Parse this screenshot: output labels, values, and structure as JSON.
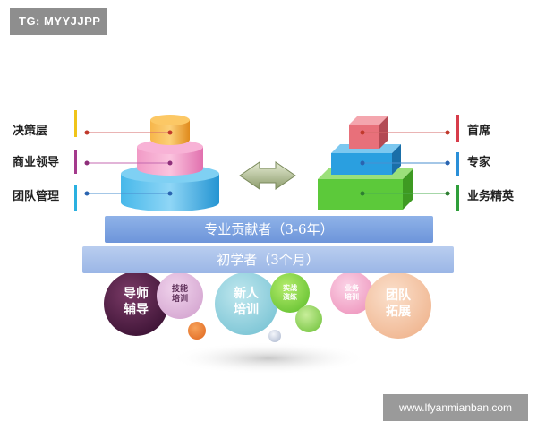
{
  "watermark_tag": "TG: MYYJJPP",
  "website": "www.lfyanmianban.com",
  "left_levels": [
    "决策层",
    "商业领导",
    "团队管理"
  ],
  "right_levels": [
    "首席",
    "专家",
    "业务精英"
  ],
  "bands": {
    "top": "专业贡献者（3-6年）",
    "bottom": "初学者（3个月）"
  },
  "circles": {
    "mentor": {
      "line1": "导师",
      "line2": "辅导"
    },
    "skills": {
      "line1": "技能",
      "line2": "培训"
    },
    "newhire": {
      "line1": "新人",
      "line2": "培训"
    },
    "practice": {
      "line1": "实战",
      "line2": "演练"
    },
    "business": {
      "line1": "业务",
      "line2": "培训"
    },
    "teambuild": {
      "line1": "团队",
      "line2": "拓展"
    }
  },
  "colors": {
    "tier_top": "#f2a13a",
    "tier_mid": "#f07ab8",
    "tier_bottom": "#3fb4e6",
    "box_top": "#e8707a",
    "box_mid": "#2a9fe0",
    "box_bottom": "#56c63a"
  }
}
